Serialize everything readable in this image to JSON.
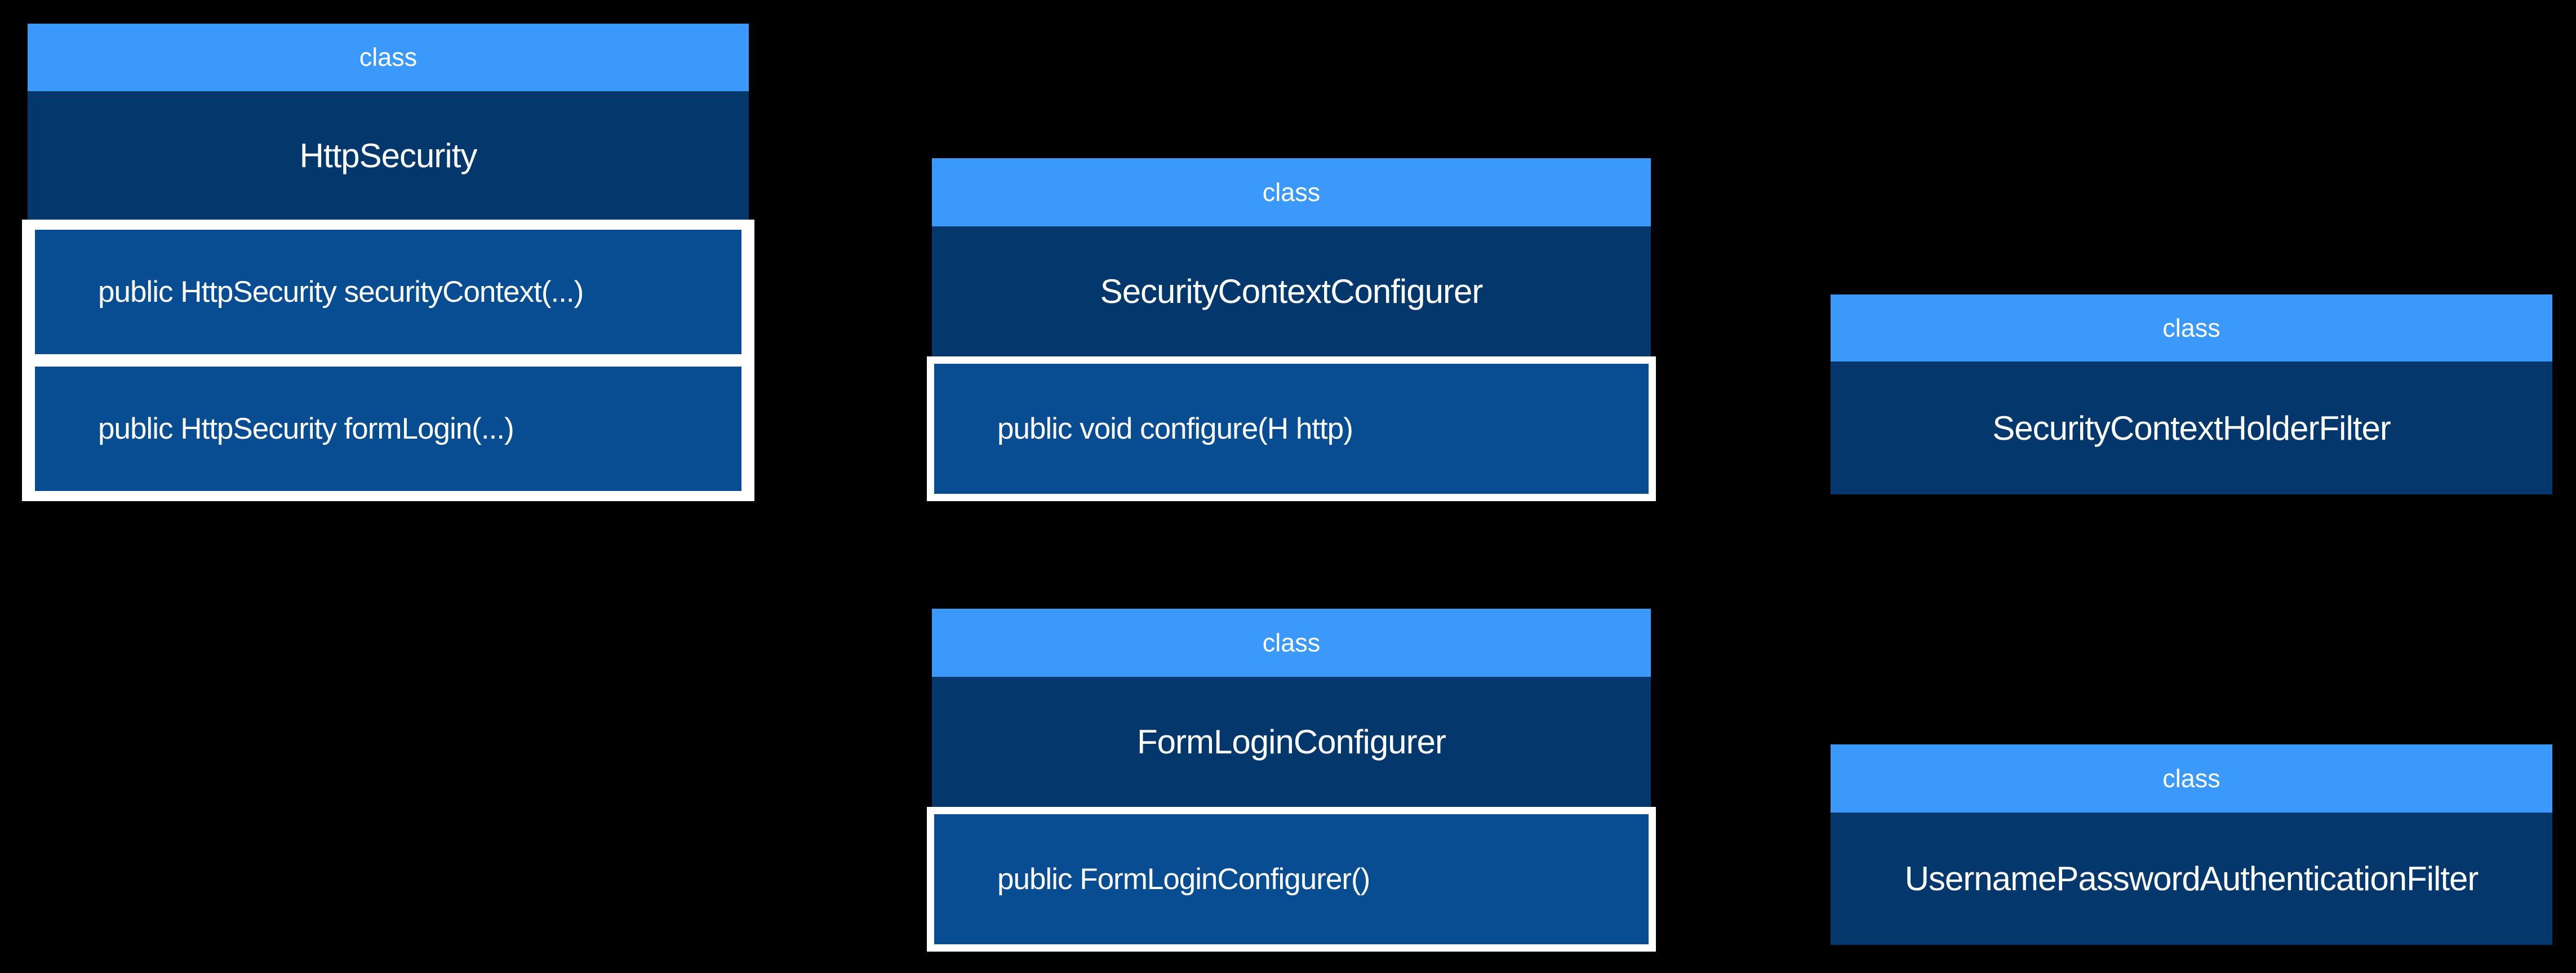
{
  "colors": {
    "background": "#000000",
    "stereotype_header_blue": "#3B99FC",
    "class_title_navy": "#04386C",
    "method_row_blue": "#084D92",
    "frame_white": "#FFFFFF",
    "text_white": "#FFFFFF"
  },
  "classes": [
    {
      "stereotype": "class",
      "name": "HttpSecurity",
      "methods": [
        "public HttpSecurity securityContext(...)",
        "public HttpSecurity formLogin(...)"
      ]
    },
    {
      "stereotype": "class",
      "name": "SecurityContextConfigurer",
      "methods": [
        "public void configure(H http)"
      ]
    },
    {
      "stereotype": "class",
      "name": "SecurityContextHolderFilter",
      "methods": []
    },
    {
      "stereotype": "class",
      "name": "FormLoginConfigurer",
      "methods": [
        "public FormLoginConfigurer()"
      ]
    },
    {
      "stereotype": "class",
      "name": "UsernamePasswordAuthenticationFilter",
      "methods": []
    }
  ]
}
